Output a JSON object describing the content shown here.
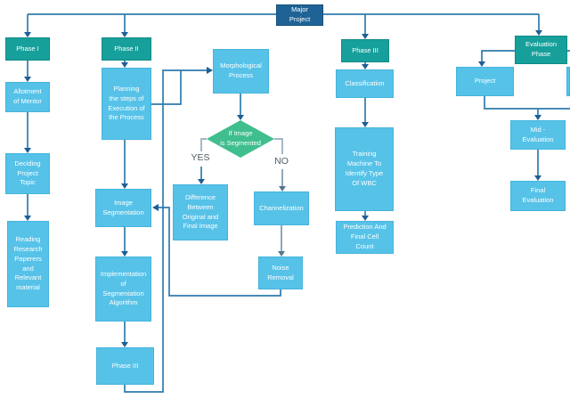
{
  "colors": {
    "navy": "#1f6396",
    "teal": "#17a09b",
    "blue": "#56c2e8",
    "green": "#3fbe8e",
    "line": "#2e7bad",
    "line_soft": "#96adbd",
    "line_muted": "#7d98ab",
    "arrow": "#1e5f95",
    "arrow_muted": "#54778f",
    "label_gray": "#4f5d66",
    "canvas": "#ffffff"
  },
  "nodes": {
    "major_project": "Major\nProject",
    "phase1": "Phase I",
    "allotment": "Allotment\nof Mentor",
    "deciding": "Deciding\nProject\nTopic",
    "reading": "Reading\nResearch\nPaperers\nand\nRelevant\nmaterial",
    "phase2": "Phase II",
    "planning": "Planning\nthe steps of\nExecution of\nthe Process",
    "image_segmentation": "Image\nSegmentation",
    "implementation": "Implementation\nof\nSegmentation\nAlgorithm",
    "phase3_loop": "Phase III",
    "morphological": "Morphological\nProcess",
    "decision": "If Image\nis Segmented",
    "difference": "Difference\nBetween\nOriginal and\nFinal Image",
    "channelization": "Channelization",
    "noise_removal": "Noise\nRemoval",
    "phase3": "Phase III",
    "classification": "Classification",
    "training": "Training\nMachine To\nIdentify Type\nOf WBC",
    "prediction": "Prediction And\nFinal Cell\nCount",
    "evaluation_phase": "Evaluation\nPhase",
    "project": "Project",
    "mid_evaluation": "Mid -\nEvaluation",
    "final_evaluation": "Final\nEvaluation"
  },
  "edge_labels": {
    "yes": "YES",
    "no": "NO"
  }
}
